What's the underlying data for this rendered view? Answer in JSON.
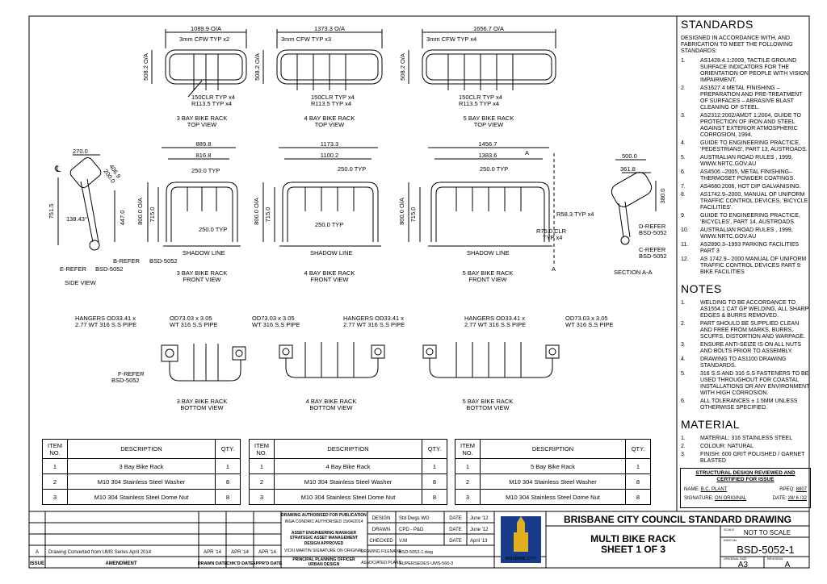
{
  "top_views": [
    {
      "overall": "1089.9 O/A",
      "weld": "3mm CFW TYP x2",
      "height": "508.2 O/A",
      "clr": "150CLR TYP x4",
      "rad": "R113.5 TYP x4",
      "title1": "3 BAY BIKE RACK",
      "title2": "TOP VIEW"
    },
    {
      "overall": "1373.3 O/A",
      "weld": "3mm CFW TYP x3",
      "height": "508.2 O/A",
      "clr": "150CLR TYP x4",
      "rad": "R113.5 TYP x4",
      "title1": "4 BAY BIKE RACK",
      "title2": "TOP VIEW"
    },
    {
      "overall": "1656.7 O/A",
      "weld": "3mm CFW TYP x4",
      "height": "508.2 O/A",
      "clr": "150CLR TYP x4",
      "rad": "R113.5 TYP x4",
      "title1": "5 BAY BIKE RACK",
      "title2": "TOP VIEW"
    }
  ],
  "front_views": [
    {
      "d1": "889.8",
      "d2": "816.8",
      "typ_top": "250.0 TYP",
      "typ_bot": "250.0 TYP",
      "h1": "800.0 O/A",
      "h2": "715.0",
      "shadow": "SHADOW LINE",
      "title1": "3 BAY BIKE RACK",
      "title2": "FRONT VIEW"
    },
    {
      "d1": "1173.3",
      "d2": "1100.2",
      "typ_top": "250.0 TYP",
      "typ_bot": "250.0 TYP",
      "h1": "800.0 O/A",
      "h2": "715.0",
      "shadow": "SHADOW LINE",
      "title1": "4 BAY BIKE RACK",
      "title2": "FRONT VIEW"
    },
    {
      "d1": "1456.7",
      "d2": "1383.6",
      "typ_top": "250.0 TYP",
      "typ_bot": "",
      "h1": "800.0 O/A",
      "h2": "715.0",
      "shadow": "SHADOW LINE",
      "title1": "5 BAY BIKE RACK",
      "title2": "FRONT VIEW"
    }
  ],
  "front5_extra": {
    "section_mark": "A",
    "r58": "R58.3 TYP x4",
    "r75": "R75.0  CLR",
    "r75b": "TYP x4"
  },
  "side_view": {
    "d270": "270.0",
    "d4069": "406.9",
    "d2000": "200.0",
    "d7515": "751.5",
    "d4470": "447.0",
    "angle": "138.43°",
    "eref": "E-REFER",
    "eref_dwg": "BSD-5052",
    "bref": "B-REFER",
    "bref_dwg": "BSD-5052",
    "title": "SIDE VIEW",
    "cl": "℄"
  },
  "section_aa": {
    "d500": "500.0",
    "d3618": "361.8",
    "d3800": "380.0",
    "dref": "D-REFER",
    "dref_dwg": "BSD-5052",
    "cref": "C-REFER",
    "cref_dwg": "BSD-5052",
    "title": "SECTION A-A"
  },
  "bottom_views": [
    {
      "hang1": "HANGERS OD33.41 x",
      "hang2": "2.77 WT 316 S.S PIPE",
      "od1": "OD73.03 x 3.05",
      "od2": "WT 316 S.S PIPE",
      "fref": "F-REFER",
      "fref_dwg": "BSD-5052",
      "title1": "3 BAY BIKE RACK",
      "title2": "BOTTOM VIEW"
    },
    {
      "od1": "OD73.03 x 3.05",
      "od2": "WT 316 S.S PIPE",
      "hang1": "HANGERS OD33.41 x",
      "hang2": "2.77 WT 316 S.S PIPE",
      "title1": "4 BAY BIKE RACK",
      "title2": "BOTTOM VIEW"
    },
    {
      "hang1": "HANGERS OD33.41 x",
      "hang2": "2.77 WT 316 S.S PIPE",
      "od1": "OD73.03 x 3.05",
      "od2": "WT 316 S.S PIPE",
      "title1": "5 BAY BIKE RACK",
      "title2": "BOTTOM VIEW"
    }
  ],
  "standards": {
    "heading": "STANDARDS",
    "intro": "DESIGNED IN ACCORDANCE WITH, AND FABRICATION TO MEET THE FOLLOWING STANDARDS:",
    "items": [
      {
        "n": "1.",
        "t": "AS1428.4.1:2009, TACTILE GROUND SURFACE INDICATORS FOR THE ORIENTATION OF PEOPLE WITH VISION IMPAIRMENT."
      },
      {
        "n": "2.",
        "t": "AS1627.4 METAL FINISHING – PREPARATION AND PRE-TREATMENT OF SURFACES – ABRASIVE BLAST CLEANING OF STEEL."
      },
      {
        "n": "3.",
        "t": "AS2312:2002/AMDT 1:2004, GUIDE TO PROTECTION OF IRON AND STEEL AGAINST EXTERIOR ATMOSPHERIC CORROSION, 1994."
      },
      {
        "n": "4.",
        "t": "GUIDE TO ENGINEERING PRACTICE, 'PEDESTRIANS', PART 13, AUSTROADS."
      },
      {
        "n": "5.",
        "t": "AUSTRALIAN ROAD RULES , 1999, WWW.NRTC.GOV.AU"
      },
      {
        "n": "6.",
        "t": "AS4506 –2005, METAL FINISHING– THERMOSET POWDER COATINGS."
      },
      {
        "n": "7.",
        "t": "AS4680:2006, HOT DIP GALVANISING."
      },
      {
        "n": "8.",
        "t": "AS1742.9–2000, MANUAL OF UNIFORM TRAFFIC CONTROL DEVICES, 'BICYCLE FACILITIES'."
      },
      {
        "n": "9.",
        "t": "GUIDE TO ENGINEERING PRACTICE, 'BICYCLES', PART 14, AUSTROADS."
      },
      {
        "n": "10.",
        "t": "AUSTRALIAN ROAD RULES , 1999, WWW.NRTC.GOV.AU"
      },
      {
        "n": "11.",
        "t": "AS2890.3–1993 PARKING FACILITIES PART 3"
      },
      {
        "n": "12.",
        "t": "AS 1742.9– 2000 MANUAL OF UNIFORM TRAFFIC CONTROL DEVICES PART 9: BIKE FACILITIES"
      }
    ]
  },
  "notes": {
    "heading": "NOTES",
    "items": [
      {
        "n": "1.",
        "t": "WELDING TO BE ACCORDANCE TO AS1554.1 CAT GP WELDING, ALL SHARP EDGES & BURRS REMOVED."
      },
      {
        "n": "2.",
        "t": "PART SHOULD BE SUPPLIED CLEAN AND FREE FROM MARKS, BURRS, SCUFFS, DISTORTION AND WARPAGE."
      },
      {
        "n": "3.",
        "t": "ENSURE ANTI-SEIZE IS ON ALL NUTS AND BOLTS PRIOR TO ASSEMBLY."
      },
      {
        "n": "4.",
        "t": "DRAWING TO AS1100 DRAWING STANDARDS."
      },
      {
        "n": "5.",
        "t": "316 S.S AND 316 S.S FASTENERS TO BE USED THROUGHOUT FOR COASTAL INSTALLATIONS OR ANY ENVIRONMENT WITH HIGH CORROSION."
      },
      {
        "n": "6.",
        "t": "ALL TOLERANCES ± 1.5mm UNLESS OTHERWISE SPECIFIED."
      }
    ]
  },
  "material": {
    "heading": "MATERIAL",
    "items": [
      {
        "n": "1.",
        "t": "MATERIAL: 316 STAINLESS STEEL"
      },
      {
        "n": "2.",
        "t": "COLOUR: NATURAL"
      },
      {
        "n": "3.",
        "t": "FINISH: 600 GRIT POLISHED / GARNET BLASTED"
      }
    ]
  },
  "bom_headers": {
    "item": "ITEM",
    "no": "NO.",
    "desc": "DESCRIPTION",
    "qty": "QTY."
  },
  "boms": [
    {
      "rows": [
        {
          "n": "1",
          "d": "3 Bay Bike Rack",
          "q": "1"
        },
        {
          "n": "2",
          "d": "M10 304 Stainless Steel Washer",
          "q": "8"
        },
        {
          "n": "3",
          "d": "M10 304 Stainless Steel Dome Nut",
          "q": "8"
        }
      ]
    },
    {
      "rows": [
        {
          "n": "1",
          "d": "4 Bay Bike Rack",
          "q": "1"
        },
        {
          "n": "2",
          "d": "M10 304 Stainless Steel Washer",
          "q": "8"
        },
        {
          "n": "3",
          "d": "M10 304 Stainless Steel Dome Nut",
          "q": "8"
        }
      ]
    },
    {
      "rows": [
        {
          "n": "1",
          "d": "5 Bay Bike Rack",
          "q": "1"
        },
        {
          "n": "2",
          "d": "M10 304 Stainless Steel Washer",
          "q": "8"
        },
        {
          "n": "3",
          "d": "M10 304 Stainless Steel Dome Nut",
          "q": "8"
        }
      ]
    }
  ],
  "structural": {
    "heading1": "STRUCTURAL DESIGN REVIEWED AND",
    "heading2": "CERTIFIED FOR ISSUE",
    "name_label": "NAME:",
    "name": "B.C. PLANT",
    "rpeq_label": "RPEQ:",
    "rpeq": "8807",
    "sig_label": "SIGNATURE:",
    "sig": "ON ORIGINAL",
    "date_label": "DATE:",
    "date": "28/ 6 /12"
  },
  "title_block": {
    "rev_a": "A",
    "rev_a_desc": "Drawing Converted from UMS Series April 2014",
    "rev_a_d1": "APR '14",
    "rev_a_d2": "APR '14",
    "rev_a_d3": "APR '14",
    "issue": "ISSUE",
    "amendment": "AMENDMENT",
    "drawn_date": "DRAWN DATE",
    "chkd_date": "CHK'D DATE",
    "apprd_date": "APPR'D DATE",
    "auth1": "DRAWING AUTHORISED FOR PUBLICATION",
    "auth2": "INGA CONDRIC AUTHORISED 15/04/2014",
    "auth3": "ASSET ENGINEERING MANAGER",
    "auth4": "STRATEGIC ASSET MANAGEMENT",
    "auth5": "DESIGN APPROVED",
    "auth6": "VICKI MARTIN SIGNATURE ON ORIGINAL",
    "auth7": "PRINCIPAL PLANNING OFFICER",
    "auth8": "URBAN DESIGN",
    "design_l": "DESIGN",
    "design_v": "Std Dwgs WG",
    "date_l": "DATE",
    "design_d": "June '12",
    "drawn_l": "DRAWN",
    "drawn_v": "CPD - P&D",
    "drawn_d": "June '12",
    "checked_l": "CHECKED",
    "checked_v": "V.M",
    "checked_d": "April '13",
    "file_l": "DRAWING FILENAME",
    "file_v": "BSD-5052-1.dwg",
    "assoc_l": "ASSOCIATED PLANS",
    "assoc_v": "SUPERSEDES UMS-566-3",
    "logo_text": "BRISBANE CITY",
    "council": "BRISBANE CITY COUNCIL STANDARD DRAWING",
    "title1": "MULTI BIKE RACK",
    "title2": "SHEET 1 OF 3",
    "scale_l": "SCALE",
    "scale_v": "NOT TO SCALE",
    "dwgno_l": "DWG No.",
    "dwgno_v": "BSD-5052-1",
    "size_l": "ORIGINAL SIZE",
    "size_v": "A3",
    "rev_l": "REVISION",
    "rev_v": "A"
  },
  "colors": {
    "line": "#000000",
    "logo_bg": "#1a3a8a",
    "logo_gold": "#e0b020"
  }
}
